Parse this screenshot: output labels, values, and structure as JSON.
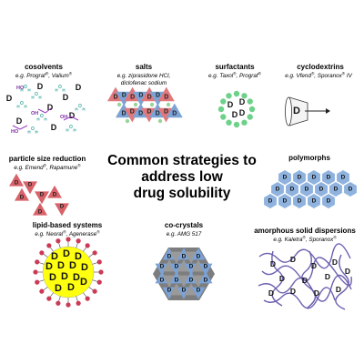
{
  "main_title": {
    "line1": "Common strategies to",
    "line2": "address low",
    "line3": "drug solubility"
  },
  "drug_letter": "D",
  "solvent_text": {
    "oh": "OH",
    "ho": "HO",
    "h": "H",
    "o": "O"
  },
  "strategies": {
    "cosolvents": {
      "title": "cosolvents",
      "ex_prefix": "e.g. ",
      "ex_items": [
        "Prograf",
        "Valium"
      ],
      "ex_sep": ", ",
      "reg": "®"
    },
    "salts": {
      "title": "salts",
      "ex_line1": "e.g. ziprasidone HCl,",
      "ex_line2": "diclofenac sodium"
    },
    "surfactants": {
      "title": "surfactants",
      "ex_prefix": "e.g. ",
      "ex_items": [
        "Taxol",
        "Prograf"
      ],
      "ex_sep": ", ",
      "reg": "®"
    },
    "cyclodextrins": {
      "title": "cyclodextrins",
      "ex_prefix": "e.g. ",
      "ex_items": [
        "Vfend",
        "Sporanox"
      ],
      "ex_sep": ", ",
      "ex_suffix": " IV",
      "reg": "®"
    },
    "particle_size_reduction": {
      "title": "particle size reduction",
      "ex_prefix": "e.g. ",
      "ex_items": [
        "Emend",
        "Rapamune"
      ],
      "ex_sep": ", ",
      "reg": "®"
    },
    "polymorphs": {
      "title": "polymorphs"
    },
    "lipid_based_systems": {
      "title": "lipid-based systems",
      "ex_prefix": "e.g. ",
      "ex_items": [
        "Neoral",
        "Agenerase"
      ],
      "ex_sep": ", ",
      "reg": "®"
    },
    "co_crystals": {
      "title": "co-crystals",
      "ex_line1": "e.g. AMG 517"
    },
    "amorphous_solid_dispersions": {
      "title": "amorphous solid dispersions",
      "ex_prefix": "e.g. ",
      "ex_items": [
        "Kaletra",
        "Sporanox"
      ],
      "ex_sep": ", ",
      "reg": "®"
    }
  },
  "colors": {
    "salt_red": "#e0787c",
    "salt_blue": "#7ba3d6",
    "salt_green": "#9bd49b",
    "particle_red": "#d9626a",
    "polymorph_blue": "#8fb3de",
    "lipid_yellow": "#ffff10",
    "lipid_red": "#cc3a55",
    "cocrystal_gray": "#7d7d7d",
    "polymer_purple": "#6b5fae",
    "cosolvent_teal": "#3aa7a0",
    "cosolvent_purple": "#9a3fc0"
  }
}
